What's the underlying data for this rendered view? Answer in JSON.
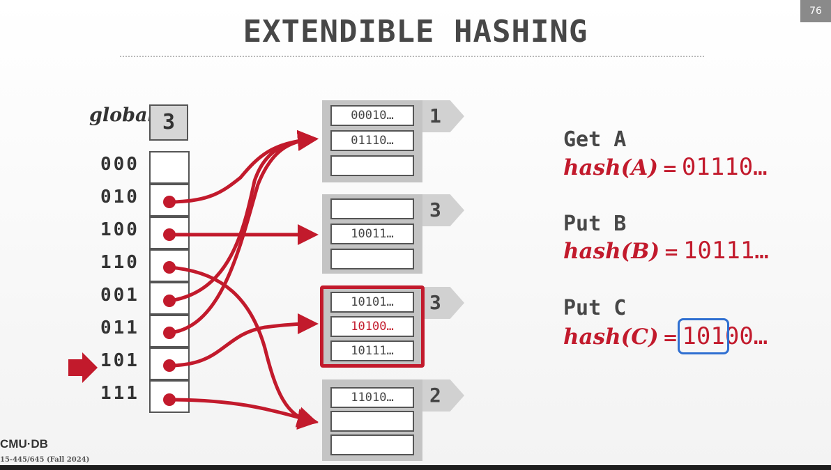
{
  "page_number": "76",
  "title": "EXTENDIBLE HASHING",
  "global": {
    "label": "global",
    "depth": "3"
  },
  "directory": [
    {
      "label": "000",
      "points_to": null
    },
    {
      "label": "010",
      "points_to": 0
    },
    {
      "label": "100",
      "points_to": 1
    },
    {
      "label": "110",
      "points_to": 3
    },
    {
      "label": "001",
      "points_to": 0
    },
    {
      "label": "011",
      "points_to": 0
    },
    {
      "label": "101",
      "points_to": 2
    },
    {
      "label": "111",
      "points_to": 3
    }
  ],
  "current_slot": "101",
  "buckets": [
    {
      "local_depth": "1",
      "slots": [
        "00010…",
        "01110…",
        ""
      ]
    },
    {
      "local_depth": "3",
      "slots": [
        "",
        "10011…",
        ""
      ]
    },
    {
      "local_depth": "3",
      "slots": [
        "10101…",
        "10100…",
        "10111…"
      ],
      "highlighted": true,
      "new_slot": 1
    },
    {
      "local_depth": "2",
      "slots": [
        "11010…",
        "",
        ""
      ]
    }
  ],
  "operations": [
    {
      "title": "Get A",
      "hash_label": "hash(A)",
      "equals": "=",
      "value": "01110…"
    },
    {
      "title": "Put B",
      "hash_label": "hash(B)",
      "equals": "=",
      "value": "10111…"
    },
    {
      "title": "Put C",
      "hash_label": "hash(C)",
      "equals": "=",
      "value_highlight": "101",
      "value_rest": "00…"
    }
  ],
  "footer": {
    "logo": "CMU·DB",
    "course": "15-445/645 (Fall 2024)"
  },
  "colors": {
    "accent": "#c21a2c",
    "highlight_box": "#2f6fd1",
    "bucket_fill": "#c4c4c4"
  }
}
